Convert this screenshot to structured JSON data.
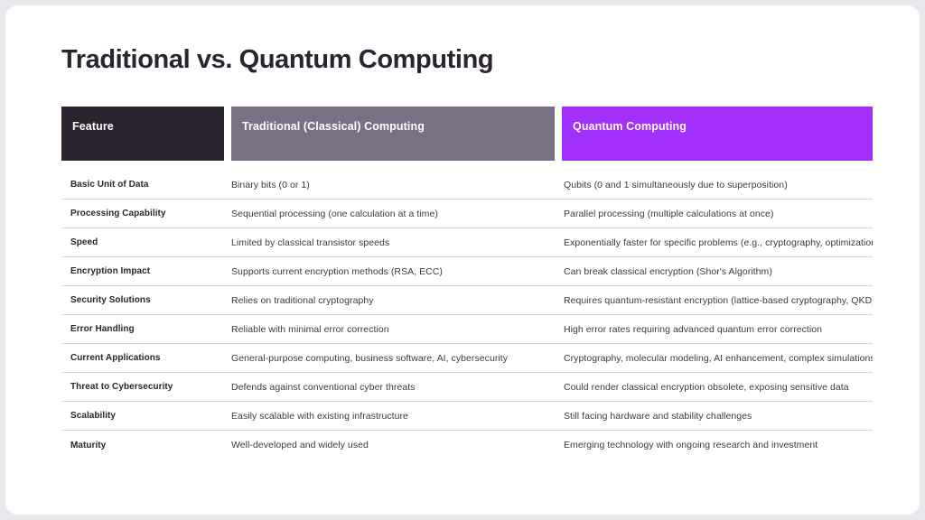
{
  "page_title": "Traditional vs. Quantum Computing",
  "colors": {
    "card_background": "#ffffff",
    "page_background": "#e9e7ec",
    "header_feature": "#2b2430",
    "header_classical": "#7a7086",
    "header_quantum": "#a32ffc",
    "row_divider": "#d8d6da",
    "title_text": "#2b2430",
    "body_text": "#3c3a40"
  },
  "table": {
    "headers": {
      "feature": "Feature",
      "classical": "Traditional (Classical) Computing",
      "quantum": "Quantum Computing"
    },
    "rows": [
      {
        "feature": "Basic Unit of Data",
        "classical": "Binary bits (0 or 1)",
        "quantum": "Qubits (0 and 1 simultaneously due to superposition)"
      },
      {
        "feature": "Processing Capability",
        "classical": "Sequential processing (one calculation at a time)",
        "quantum": "Parallel processing (multiple calculations at once)"
      },
      {
        "feature": "Speed",
        "classical": "Limited by classical transistor speeds",
        "quantum": "Exponentially faster for specific problems (e.g., cryptography, optimization)"
      },
      {
        "feature": "Encryption Impact",
        "classical": "Supports current encryption methods (RSA, ECC)",
        "quantum": "Can break classical encryption (Shor's Algorithm)"
      },
      {
        "feature": "Security Solutions",
        "classical": "Relies on traditional cryptography",
        "quantum": "Requires quantum-resistant encryption (lattice-based cryptography, QKD)"
      },
      {
        "feature": "Error Handling",
        "classical": "Reliable with minimal error correction",
        "quantum": "High error rates requiring advanced quantum error correction"
      },
      {
        "feature": "Current Applications",
        "classical": "General-purpose computing, business software, AI, cybersecurity",
        "quantum": "Cryptography, molecular modeling, AI enhancement, complex simulations"
      },
      {
        "feature": "Threat to Cybersecurity",
        "classical": "Defends against conventional cyber threats",
        "quantum": "Could render classical encryption obsolete, exposing sensitive data"
      },
      {
        "feature": "Scalability",
        "classical": "Easily scalable with existing infrastructure",
        "quantum": "Still facing hardware and stability challenges"
      },
      {
        "feature": "Maturity",
        "classical": "Well-developed and widely used",
        "quantum": "Emerging technology with ongoing research and investment"
      }
    ]
  }
}
